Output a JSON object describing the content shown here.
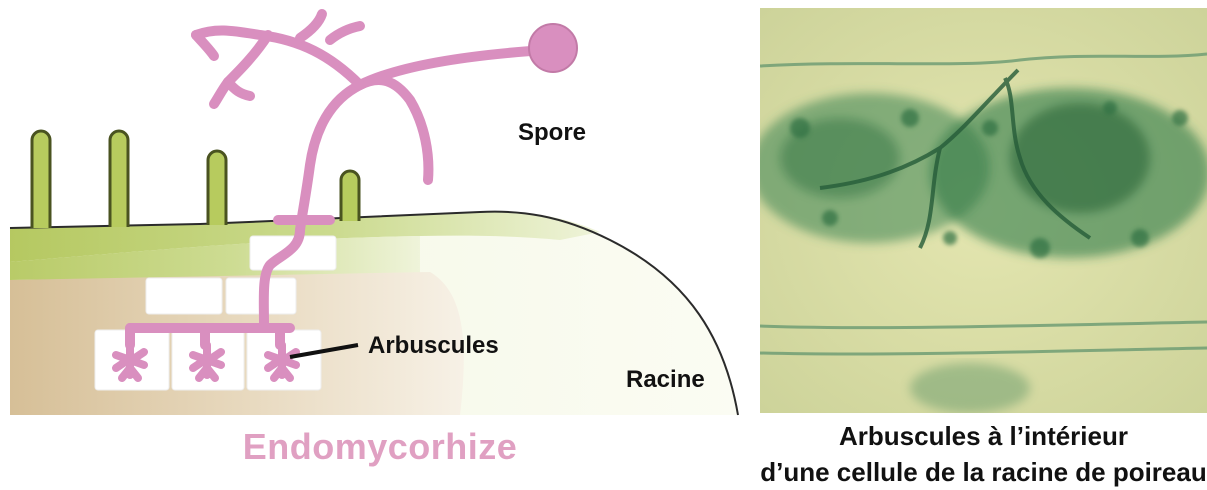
{
  "diagram": {
    "spore_label": "Spore",
    "arbuscules_label": "Arbuscules",
    "racine_label": "Racine",
    "caption": "Endomycorhize"
  },
  "photo": {
    "caption_line1": "Arbuscules à l’intérieur",
    "caption_line2": "d’une cellule de la racine de poireau"
  },
  "colors": {
    "hyphae": "#d98fbf",
    "root_green": "#b5c95a",
    "cortex_tan": "#d8c29c",
    "photo_green": "#3f8a55",
    "photo_bg": "#d9dca2"
  }
}
